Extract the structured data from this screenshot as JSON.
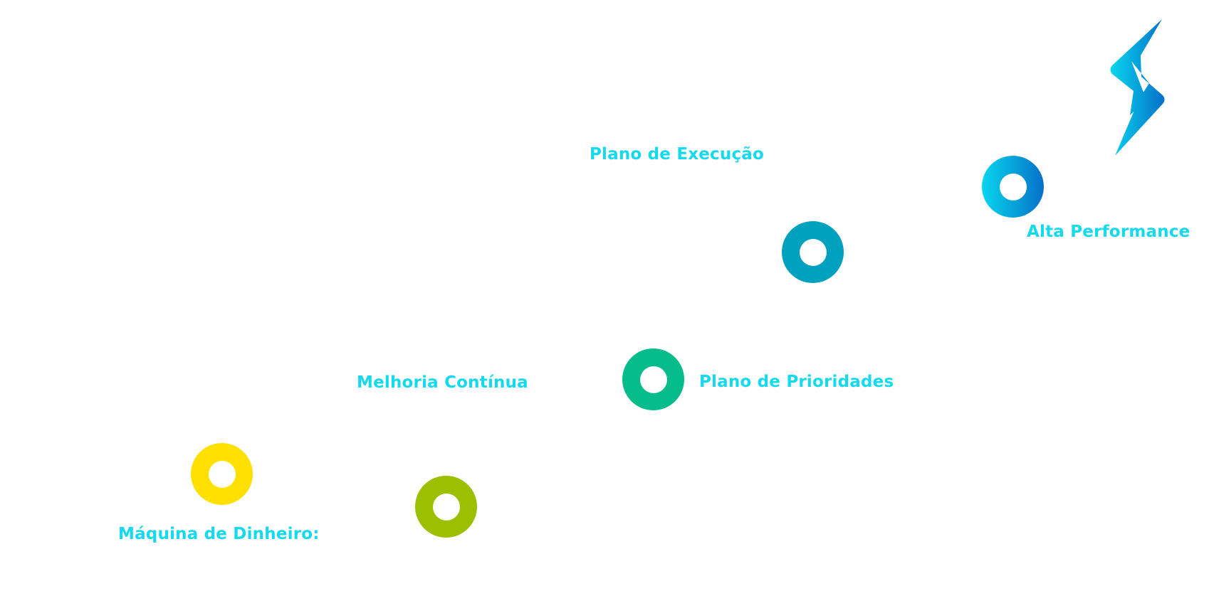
{
  "milestones": [
    {
      "label": "Máquina de Dinheiro:",
      "color": "#FFE000"
    },
    {
      "label": "Melhoria Contínua",
      "color": "#9CBF00"
    },
    {
      "label": "Plano de Prioridades",
      "color": "#06BC8A"
    },
    {
      "label": "Plano de Execução",
      "color": "#00A0BF"
    },
    {
      "label": "Alta Performance",
      "color_start": "#08D6EE",
      "color_end": "#0670C8"
    }
  ],
  "label_color": "#15D9EC",
  "logo": {
    "icon": "lightning-bolt-logo-icon",
    "color_start": "#08D6EE",
    "color_end": "#0670C8"
  }
}
